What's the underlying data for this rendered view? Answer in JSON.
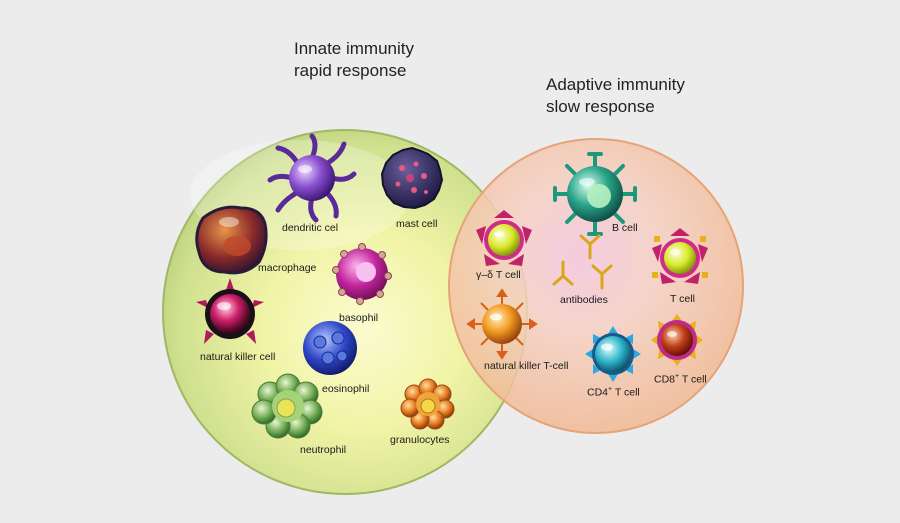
{
  "innate": {
    "title": "Innate immunity",
    "subtitle": "rapid response",
    "cells": {
      "dendritic": "dendritic cel",
      "mast": "mast cell",
      "macrophage": "macrophage",
      "basophil": "basophil",
      "nk": "natural killer cell",
      "eosinophil": "eosinophil",
      "neutrophil": "neutrophil",
      "granulocytes": "granulocytes"
    }
  },
  "adaptive": {
    "title": "Adaptive immunity",
    "subtitle": "slow response",
    "cells": {
      "b_cell": "B cell",
      "antibodies": "antibodies",
      "t_cell": "T cell",
      "cd4_base": "CD4",
      "cd4_sup": "+",
      "cd4_suffix": " T cell",
      "cd8_base": "CD8",
      "cd8_sup": "+",
      "cd8_suffix": " T cell"
    }
  },
  "overlap": {
    "gamma_delta": "γ–δ T cell",
    "nkt": "natural killer T-cell"
  },
  "colors": {
    "innate_circle": "#c9dc8a",
    "adaptive_circle": "#f2b890",
    "background": "#ececec"
  }
}
